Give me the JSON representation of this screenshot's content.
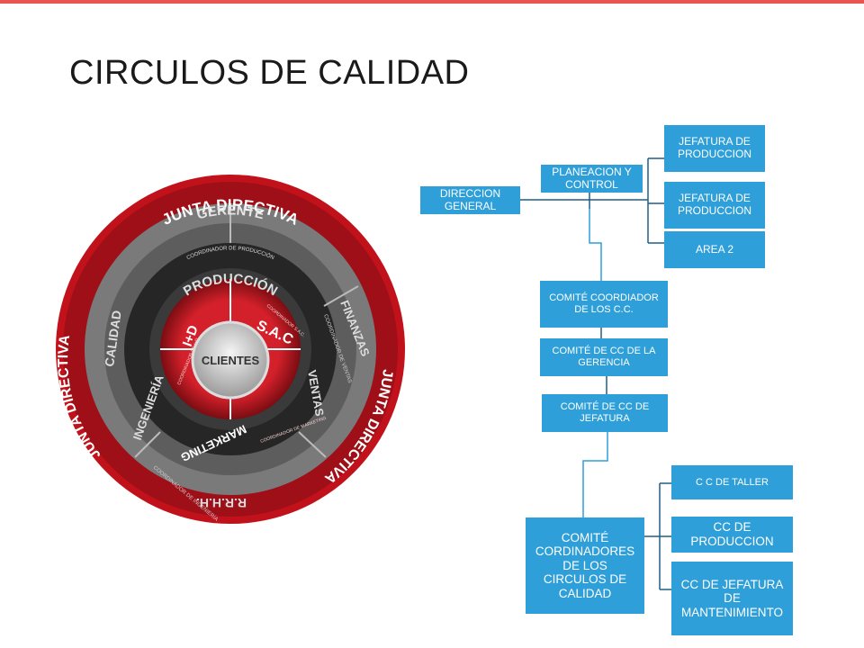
{
  "slide": {
    "title": "CIRCULOS DE CALIDAD"
  },
  "wheel": {
    "outer_top": "JUNTA DIRECTIVA",
    "outer_left": "JUNTA DIRECTIVA",
    "outer_right": "JUNTA DIRECTIVA",
    "gerente": "GERENTE",
    "produccion": "PRODUCCIÓN",
    "finanzas": "FINANZAS",
    "ventas": "VENTAS",
    "rrhh": "R.R.H.H.",
    "ingenieria": "INGENIERÍA",
    "calidad": "CALIDAD",
    "coord_produccion": "COORDINADOR DE PRODUCCIÓN",
    "coord_ventas": "COORDINADOR DE VENTAS",
    "coord_ingenieria": "COORDINADOR DE INGENIERÍA",
    "coord_marketing": "COORDINADOR DE MARKETING",
    "coord_id": "COORDINADOR DE I+D",
    "coord_sac": "COORDINADOR S.A.C.",
    "id": "I+D",
    "sac": "S.A.C",
    "marketing": "MARKETING",
    "clientes": "CLIENTES"
  },
  "org": {
    "direccion": "DIRECCION GENERAL",
    "planeacion": "PLANEACION Y CONTROL",
    "jefatura1": "JEFATURA DE PRODUCCION",
    "jefatura2": "JEFATURA DE PRODUCCION",
    "area2": "AREA 2",
    "comite_coord": "COMITÉ COORDIADOR DE LOS C.C.",
    "comite_gerencia": "COMITÉ DE CC DE LA GERENCIA",
    "comite_jefatura": "COMITÉ DE CC DE JEFATURA",
    "comite_circulos": "COMITÉ CORDINADORES DE LOS CIRCULOS DE CALIDAD",
    "cc_taller": "C C  DE TALLER",
    "cc_produccion": "CC DE PRODUCCION",
    "cc_mantenimiento": "CC DE JEFATURA DE MANTENIMIENTO"
  },
  "colors": {
    "accent": "#e8564f",
    "box": "#2e9fd8",
    "connector": "#1f5f86",
    "wheel_red": "#b5121b",
    "wheel_dark": "#1e1e1e",
    "wheel_gray": "#6e6e6e"
  }
}
